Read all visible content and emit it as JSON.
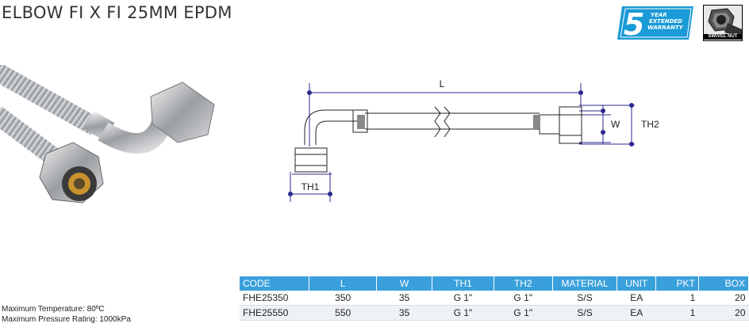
{
  "title": "ELBOW FI X FI 25MM EPDM",
  "warranty_badge": {
    "number": "5",
    "line1": "YEAR",
    "line2": "EXTENDED",
    "line3": "WARRANTY",
    "color": "#1a9ad6"
  },
  "swivel_badge": {
    "label": "SWIVEL NUT"
  },
  "diagram": {
    "label_L": "L",
    "label_W": "W",
    "label_TH1": "TH1",
    "label_TH2": "TH2",
    "dimension_color": "#2b2a8f"
  },
  "specs": {
    "max_temperature": "Maximum Temperature: 80ºC",
    "max_pressure": "Maximum Pressure Rating: 1000kPa"
  },
  "table": {
    "header_color": "#3aa0db",
    "headers": [
      "CODE",
      "L",
      "W",
      "TH1",
      "TH2",
      "MATERIAL",
      "UNIT",
      "PKT",
      "BOX"
    ],
    "rows": [
      [
        "FHE25350",
        "350",
        "35",
        "G 1\"",
        "G 1\"",
        "S/S",
        "EA",
        "1",
        "20"
      ],
      [
        "FHE25550",
        "550",
        "35",
        "G 1\"",
        "G 1\"",
        "S/S",
        "EA",
        "1",
        "20"
      ]
    ]
  }
}
